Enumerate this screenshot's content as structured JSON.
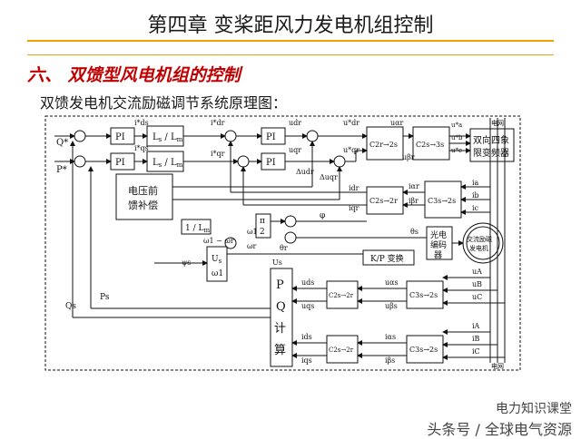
{
  "slide": {
    "title": "第四章  变桨距风力发电机组控制",
    "section": "六、 双馈型风电机组的控制",
    "subtitle": "双馈发电机交流励磁调节系统原理图："
  },
  "blocks": {
    "pi_q": "PI",
    "pi_p": "PI",
    "ls_lm_top_num": "L",
    "ls_lm_top_sub": "s",
    "ls_lm_top_den": "L",
    "ls_lm_top_dsub": "m",
    "ls_lm_bot_num": "L",
    "ls_lm_bot_sub": "s",
    "ls_lm_bot_den": "L",
    "ls_lm_bot_dsub": "m",
    "pi_id": "PI",
    "pi_iq": "PI",
    "c2r2s_top": "C2r→2s",
    "c2s3s_top": "C2s→3s",
    "converter_line1": "双向四象",
    "converter_line2": "限变频器",
    "ff_line1": "电压前",
    "ff_line2": "馈补偿",
    "inv_lm": "1 / L",
    "inv_lm_sub": "m",
    "pi2": "π",
    "pi2_den": "2",
    "c2s2r_mid": "C2s→2r",
    "c3s2s_mid": "C3s→2s",
    "encoder_line1": "光电",
    "encoder_line2": "编码",
    "encoder_line3": "器",
    "machine_line1": "交流励磁",
    "machine_line2": "发电机",
    "kp": "K/P 变换",
    "grid_top": "电网",
    "grid_bottom": "电网",
    "pq_calc": "P Q 计 算",
    "c2s2r_low": "C2s→2r",
    "c3s2s_low": "C3s→2s",
    "c2s2r_bot": "C2s→2r",
    "c3s2s_bot": "C3s→2s",
    "us_stab": "U",
    "us_sub": "s",
    "omega_s": "ω1"
  },
  "signals": {
    "q_ref": "Q*",
    "p_ref": "P*",
    "q_fb": "Qs",
    "p_fb": "Ps",
    "ids_ref": "i*ds",
    "iqs_ref": "i*qs",
    "idr_ref": "i*dr",
    "iqr_ref": "i*qr",
    "udr": "udr",
    "uqr": "uqr",
    "dudr": "Δudr",
    "duqr": "Δuqr",
    "udr_star": "u*dr",
    "uqr_star": "u*qr",
    "ualpha": "uαr",
    "ubeta": "uβr",
    "ua": "u*a",
    "ub": "u*b",
    "uc": "u*c",
    "idr": "idr",
    "iqr": "iqr",
    "ialpha_r": "iαr",
    "ibeta_r": "iβr",
    "ia": "ia",
    "ib": "ib",
    "ic": "ic",
    "phi": "φ",
    "theta_r": "θr",
    "theta_s": "θs",
    "omega1": "ω1",
    "omega_r": "ωr",
    "omega1_minus_omegar": "ω1 − ωr",
    "psi_s": "ψs",
    "uds": "uds",
    "uqs": "uqs",
    "ualpha_s": "uαs",
    "ubeta_s": "uβs",
    "ids": "ids",
    "iqs": "iqs",
    "ialpha_s": "iαs",
    "ibeta_s": "iβs",
    "uA": "uA",
    "uB": "uB",
    "uC": "uC",
    "iA": "iA",
    "iB": "iB",
    "iC": "iC",
    "us": "Us"
  },
  "watermark": {
    "line1": "电力知识课堂",
    "line2": "头条号 / 全球电气资源"
  },
  "colors": {
    "title_rule": "#f2a000",
    "section_text": "#c00000",
    "line": "#111111"
  }
}
